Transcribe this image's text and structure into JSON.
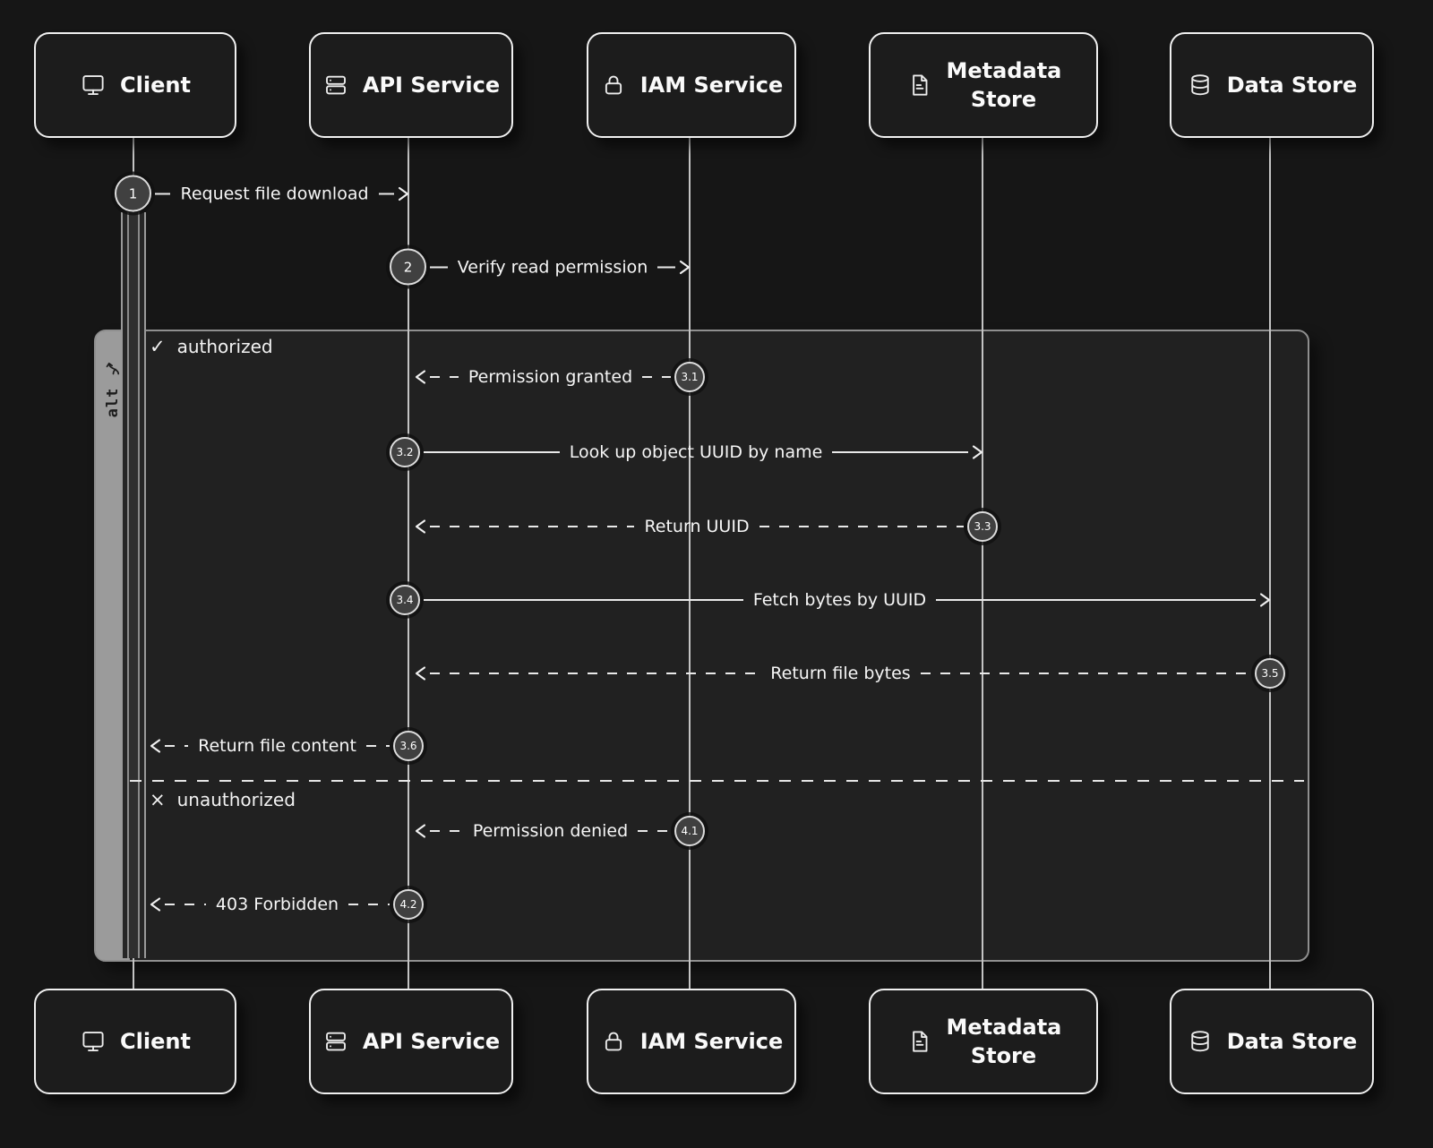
{
  "diagram": {
    "type": "sequence",
    "actors": [
      {
        "id": "client",
        "label": "Client",
        "icon": "monitor-icon"
      },
      {
        "id": "api",
        "label": "API Service",
        "icon": "server-icon"
      },
      {
        "id": "iam",
        "label": "IAM Service",
        "icon": "lock-icon"
      },
      {
        "id": "metadata",
        "label": "Metadata Store",
        "icon": "document-icon"
      },
      {
        "id": "datastore",
        "label": "Data Store",
        "icon": "database-icon"
      }
    ],
    "frame": {
      "operator": "alt",
      "sections": [
        {
          "mark": "✓",
          "label": "authorized"
        },
        {
          "mark": "×",
          "label": "unauthorized"
        }
      ]
    },
    "messages": [
      {
        "num": "1",
        "label": "Request file download",
        "from": "client",
        "to": "api",
        "style": "solid"
      },
      {
        "num": "2",
        "label": "Verify read permission",
        "from": "api",
        "to": "iam",
        "style": "solid"
      },
      {
        "num": "3.1",
        "label": "Permission granted",
        "from": "iam",
        "to": "api",
        "style": "dashed"
      },
      {
        "num": "3.2",
        "label": "Look up object UUID by name",
        "from": "api",
        "to": "metadata",
        "style": "solid"
      },
      {
        "num": "3.3",
        "label": "Return UUID",
        "from": "metadata",
        "to": "api",
        "style": "dashed"
      },
      {
        "num": "3.4",
        "label": "Fetch bytes by UUID",
        "from": "api",
        "to": "datastore",
        "style": "solid"
      },
      {
        "num": "3.5",
        "label": "Return file bytes",
        "from": "datastore",
        "to": "api",
        "style": "dashed"
      },
      {
        "num": "3.6",
        "label": "Return file content",
        "from": "api",
        "to": "client",
        "style": "dashed"
      },
      {
        "num": "4.1",
        "label": "Permission denied",
        "from": "iam",
        "to": "api",
        "style": "dashed"
      },
      {
        "num": "4.2",
        "label": "403 Forbidden",
        "from": "api",
        "to": "client",
        "style": "dashed"
      }
    ],
    "colors": {
      "background": "#161616",
      "box_fill": "#1c1c1c",
      "box_border": "#f0f0f0",
      "line": "#e9e9e9",
      "frame_border": "#8f8f8f",
      "frame_tab": "#9b9b9b",
      "badge_fill": "#404040"
    }
  }
}
